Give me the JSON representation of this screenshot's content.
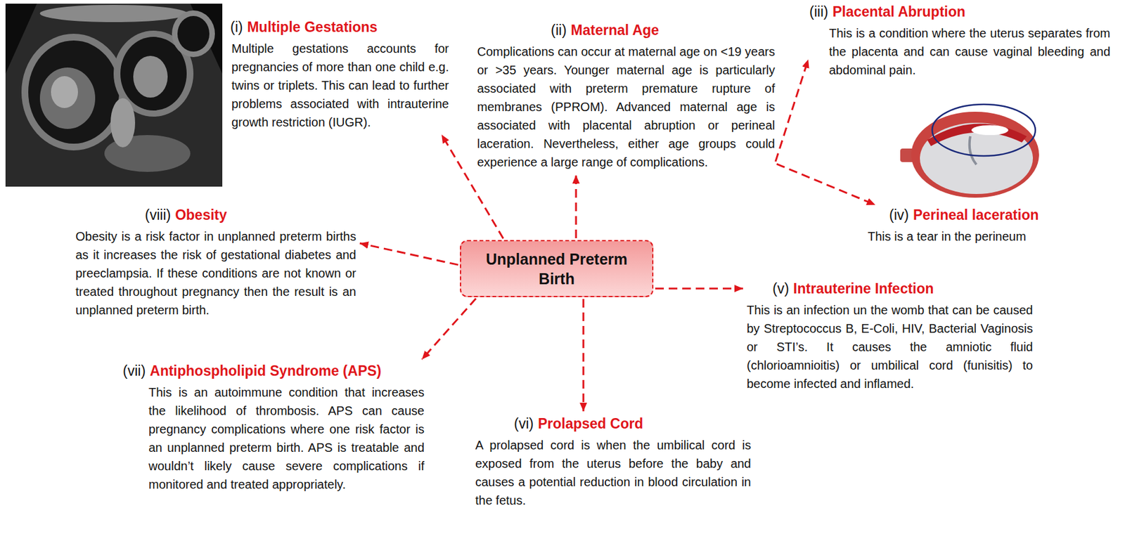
{
  "diagram": {
    "nodes": [
      {
        "text": [
          "(i)",
          "Multiple Gestations",
          "Multiple gestations accounts for pregnancies of more than one child e.g. twins or triplets. This can lead to further problems associated with intrauterine growth restriction (IUGR)."
        ]
      },
      {
        "text": [
          "(ii)",
          "Maternal Age",
          "Complications can occur at maternal age on <19 years or >35 years. Younger maternal age is particularly associated with preterm premature rupture of membranes (PPROM). Advanced maternal age is associated with placental abruption or perineal laceration. Nevertheless, either age groups could experience a large range of complications."
        ]
      },
      {
        "text": [
          "(iii)",
          "Placental Abruption",
          "This is a condition where the uterus separates from the placenta and can cause vaginal bleeding and abdominal pain."
        ]
      },
      {
        "text": [
          "(iv)",
          "Perineal laceration",
          "This is a tear in the perineum"
        ]
      },
      {
        "text": [
          "(viii)",
          "Obesity",
          "Obesity is a risk factor in unplanned preterm births as it increases the risk of gestational diabetes and preeclampsia. If these conditions are not known or treated throughout pregnancy then the result is an unplanned preterm birth."
        ]
      },
      {
        "text": [
          "Unplanned Preterm Birth"
        ]
      },
      {
        "text": [
          "(v)",
          "Intrauterine Infection",
          "This is an infection un the womb that can be caused by Streptococcus B, E-Coli, HIV, Bacterial Vaginosis or STI’s. It causes the amniotic fluid (chlorioamnioitis) or umbilical cord (funisitis) to become infected and inflamed."
        ]
      },
      {
        "text": [
          "(vii)",
          "Antiphospholipid Syndrome (APS)",
          "This is an autoimmune condition that increases the likelihood of thrombosis. APS can cause pregnancy complications where one risk factor is an unplanned preterm birth. APS is treatable and wouldn’t likely cause severe complications if monitored and treated appropriately."
        ]
      },
      {
        "text": [
          "(vi)",
          "Prolapsed Cord",
          "A prolapsed cord is when the umbilical cord is exposed from the uterus before the baby and causes a potential reduction in blood circulation in the fetus."
        ]
      }
    ],
    "edges": [
      {
        "from": 5,
        "to": 0,
        "arrow": "to"
      },
      {
        "from": 5,
        "to": 1,
        "arrow": "to"
      },
      {
        "from": 1,
        "to": 2,
        "arrow": "to"
      },
      {
        "from": 1,
        "to": 3,
        "arrow": "to"
      },
      {
        "from": 5,
        "to": 6,
        "arrow": "to"
      },
      {
        "from": 5,
        "to": 8,
        "arrow": "to"
      },
      {
        "from": 5,
        "to": 7,
        "arrow": "to"
      },
      {
        "from": 5,
        "to": 4,
        "arrow": "to"
      }
    ]
  }
}
